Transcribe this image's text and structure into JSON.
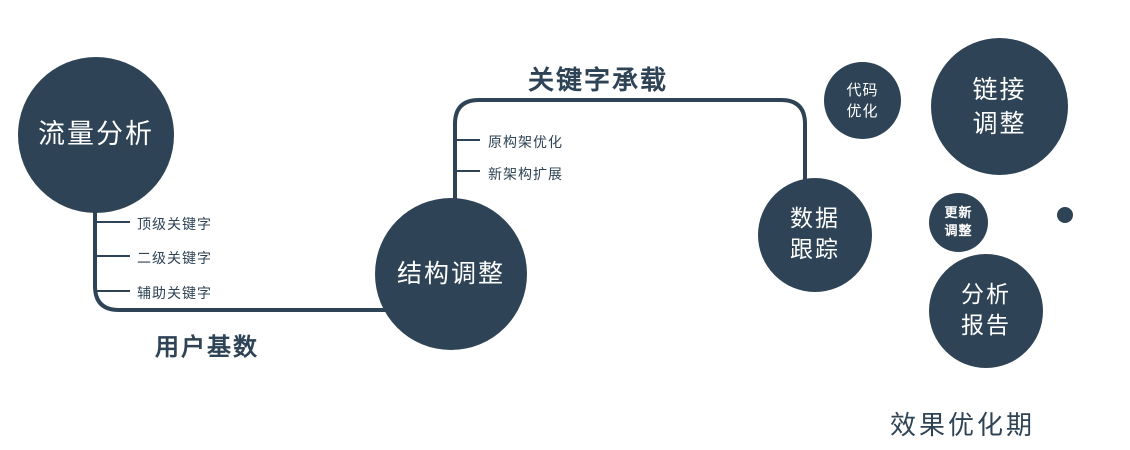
{
  "colors": {
    "primary": "#2e4355",
    "text_on_primary": "#ffffff",
    "background": "#ffffff"
  },
  "nodes": {
    "traffic": {
      "label": "流量分析"
    },
    "structure": {
      "label": "结构调整"
    },
    "tracking": {
      "line1": "数据",
      "line2": "跟踪"
    },
    "code": {
      "line1": "代码",
      "line2": "优化"
    },
    "link": {
      "line1": "链接",
      "line2": "调整"
    },
    "update": {
      "line1": "更新",
      "line2": "调整"
    },
    "report": {
      "line1": "分析",
      "line2": "报告"
    }
  },
  "edge_labels": {
    "keyword_bearing": "关键字承载",
    "user_base": "用户基数"
  },
  "left_branches": [
    "顶级关键字",
    "二级关键字",
    "辅助关键字"
  ],
  "right_branches": [
    "原构架优化",
    "新架构扩展"
  ],
  "footer": {
    "phase_label": "效果优化期"
  }
}
